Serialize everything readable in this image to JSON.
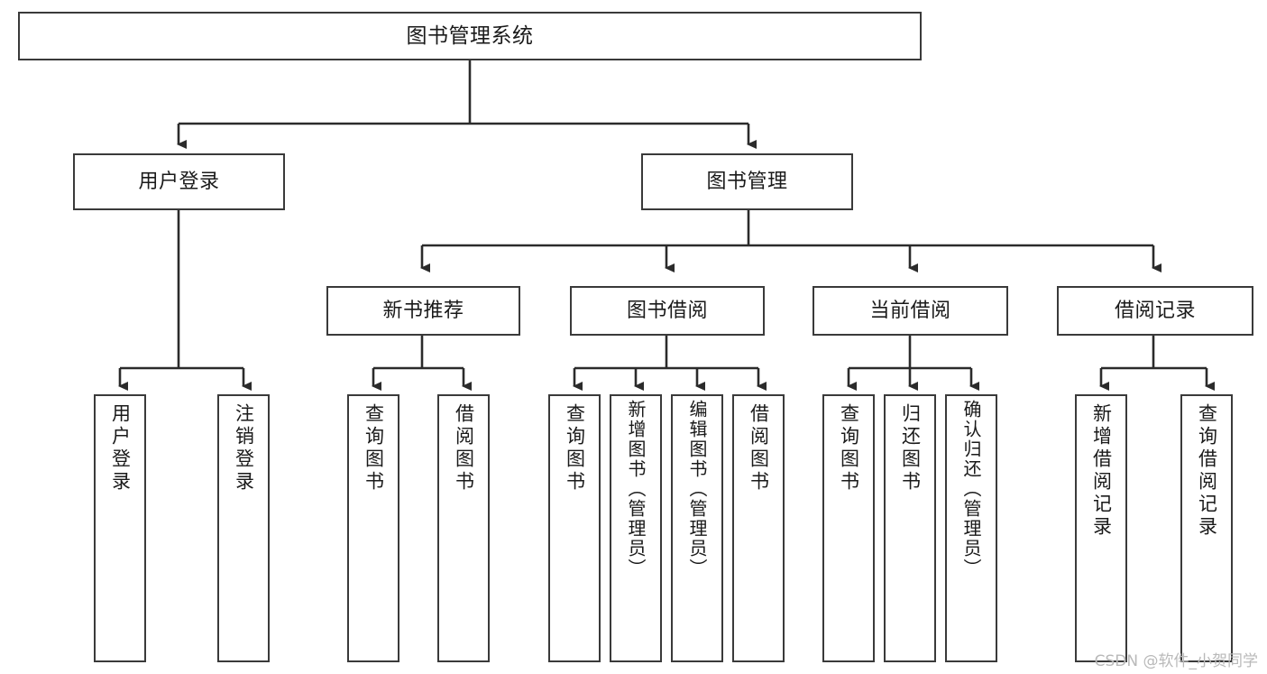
{
  "diagram": {
    "type": "tree-hierarchy-chart",
    "title": "图书管理系统",
    "orientation": "top-down",
    "colors": {
      "box_border": "#3a3a3a",
      "box_fill": "#ffffff",
      "connector": "#2b2b2b",
      "text": "#1a1a1a",
      "watermark": "#b9b9b9"
    },
    "root": {
      "label": "图书管理系统"
    },
    "level2": [
      {
        "label": "用户登录"
      },
      {
        "label": "图书管理"
      }
    ],
    "level3": [
      {
        "label": "新书推荐"
      },
      {
        "label": "图书借阅"
      },
      {
        "label": "当前借阅"
      },
      {
        "label": "借阅记录"
      }
    ],
    "leaves": {
      "user_login": [
        {
          "label": "用户登录"
        },
        {
          "label": "注销登录"
        }
      ],
      "new_book_recommend": [
        {
          "label": "查询图书"
        },
        {
          "label": "借阅图书"
        }
      ],
      "book_borrow": [
        {
          "label": "查询图书"
        },
        {
          "label": "新增图书（管理员）"
        },
        {
          "label": "编辑图书（管理员）"
        },
        {
          "label": "借阅图书"
        }
      ],
      "current_borrow": [
        {
          "label": "查询图书"
        },
        {
          "label": "归还图书"
        },
        {
          "label": "确认归还（管理员）"
        }
      ],
      "borrow_record": [
        {
          "label": "新增借阅记录"
        },
        {
          "label": "查询借阅记录"
        }
      ]
    }
  },
  "watermark": {
    "text": "CSDN @软件_小贺同学"
  }
}
